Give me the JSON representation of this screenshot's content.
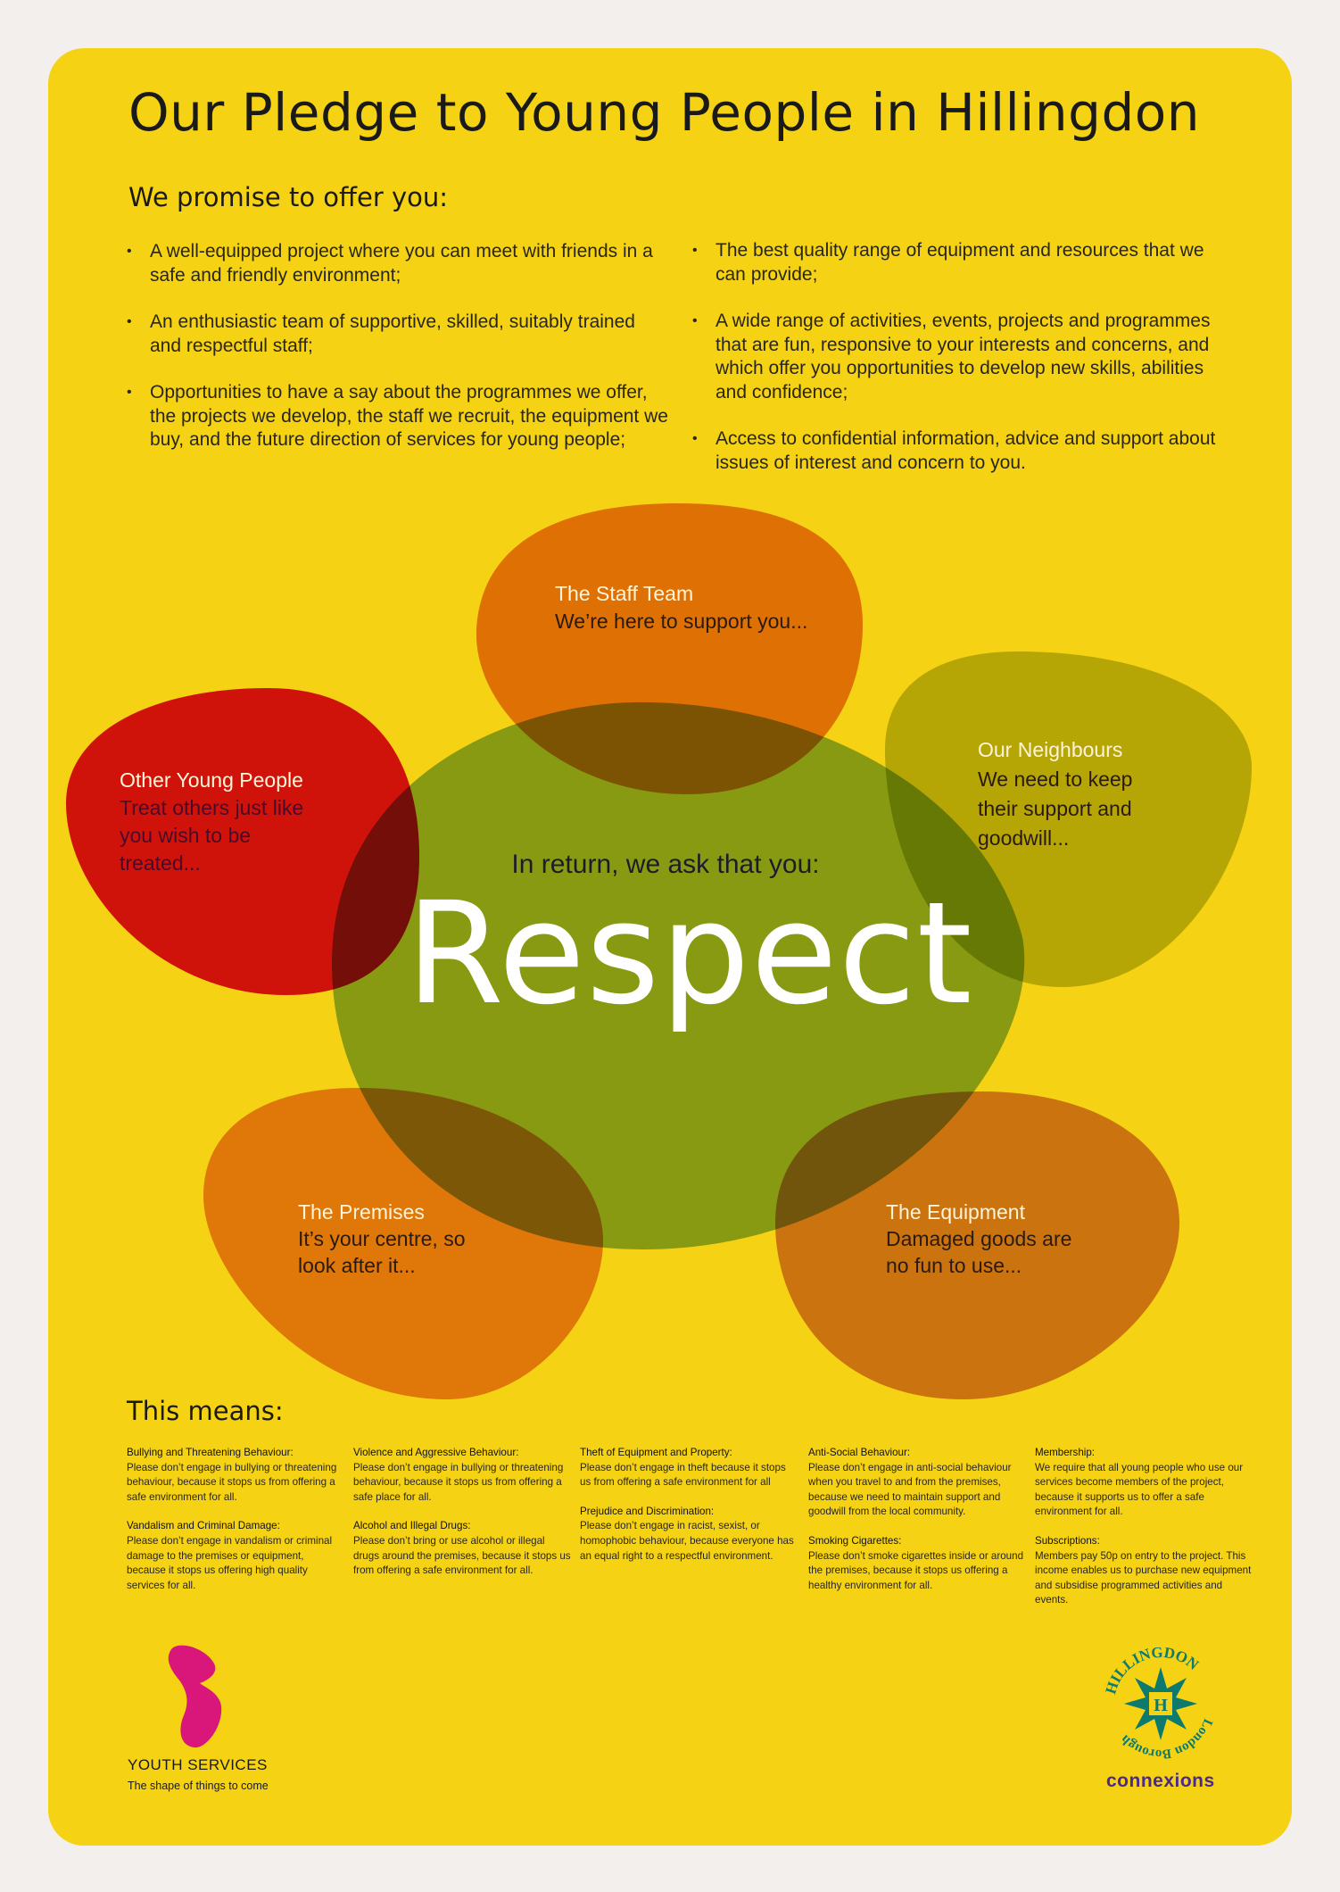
{
  "title": "Our Pledge to Young People in Hillingdon",
  "promise_heading": "We promise to offer you:",
  "promises_left": [
    "A well-equipped project where you can meet with friends in a safe and friendly environment;",
    "An enthusiastic team of supportive, skilled, suitably trained and respectful staff;",
    "Opportunities to have a say about the programmes we offer, the projects we develop, the staff we recruit, the equipment we buy, and the future direction of services for young people;"
  ],
  "promises_right": [
    "The best quality range of equipment and resources that we can provide;",
    "A wide range of activities, events, projects and programmes that are fun, responsive to your interests and concerns, and which offer you opportunities to develop new skills, abilities and confidence;",
    "Access to confidential information, advice and support about issues of interest and concern to you."
  ],
  "blobs": {
    "staff": {
      "heading": "The Staff Team",
      "text": "We’re here to support you...",
      "color": "#e8892a"
    },
    "young_people": {
      "heading": "Other Young People",
      "text": "Treat others just like you wish to be treated...",
      "color": "#d9167a"
    },
    "neighbours": {
      "heading": "Our Neighbours",
      "text": "We need to keep their support and goodwill...",
      "color": "#bdc937"
    },
    "premises": {
      "heading": "The Premises",
      "text": "It’s your centre, so look after it...",
      "color": "#e89070"
    },
    "equipment": {
      "heading": "The  Equipment",
      "text": "Damaged goods are no fun to use...",
      "color": "#d48cb4"
    },
    "centre": {
      "color": "#8ebbd8"
    }
  },
  "ask_heading": "In return, we ask that you:",
  "respect": "Respect",
  "means_heading": "This means:",
  "means_columns": [
    [
      {
        "title": "Bullying and Threatening Behaviour:",
        "text": "Please don’t engage in bullying or threatening behaviour, because it stops us from offering a safe environment for all."
      },
      {
        "title": "Vandalism and Criminal Damage:",
        "text": "Please don’t engage in vandalism or criminal damage to the premises or equipment, because it stops us offering high quality services for all."
      }
    ],
    [
      {
        "title": "Violence and Aggressive Behaviour:",
        "text": "Please don’t engage in bullying or threatening behaviour, because it stops us from offering a safe place for all."
      },
      {
        "title": "Alcohol and Illegal Drugs:",
        "text": "Please don’t bring or use alcohol or illegal drugs around the premises, because it stops us from offering a safe environment for all."
      }
    ],
    [
      {
        "title": "Theft of Equipment and Property:",
        "text": "Please don’t engage in theft because it stops us from offering a safe environment for all"
      },
      {
        "title": "Prejudice and Discrimination:",
        "text": "Please don’t engage in racist, sexist, or homophobic behaviour, because everyone has an equal right to a respectful environment."
      }
    ],
    [
      {
        "title": "Anti-Social Behaviour:",
        "text": "Please don’t engage in anti-social behaviour when you travel to and from the premises, because we need to maintain support and goodwill from the local community."
      },
      {
        "title": "Smoking Cigarettes:",
        "text": "Please don’t smoke cigarettes inside or around the premises, because it stops us offering a healthy environment for all."
      }
    ],
    [
      {
        "title": "Membership:",
        "text": "We require that all young people who use our services become members of the project, because it supports us to offer a safe environment for all."
      },
      {
        "title": "Subscriptions:",
        "text": "Members pay 50p on entry to the project. This income enables us to purchase new equipment and subsidise programmed activities and events."
      }
    ]
  ],
  "logos": {
    "youth_services": {
      "name": "YOUTH SERVICES",
      "tagline": "The shape of things to come"
    },
    "hillingdon": {
      "text": "HILLINGDON London Borough",
      "color": "#0e7a6e"
    },
    "connexions": {
      "text": "connexions"
    }
  }
}
